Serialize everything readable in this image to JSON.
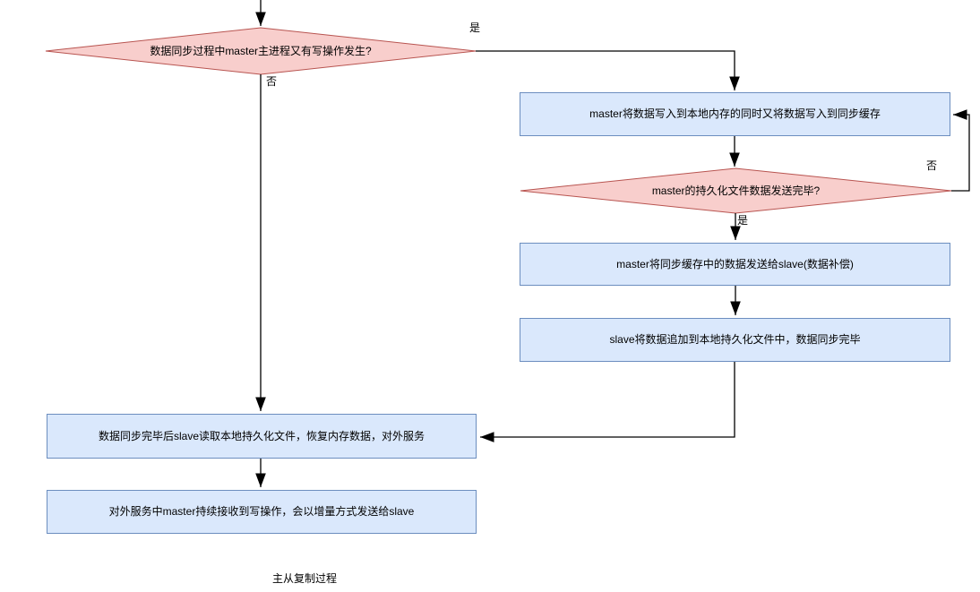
{
  "diagram": {
    "caption": "主从复制过程",
    "colors": {
      "decision_fill": "#f8cecc",
      "decision_stroke": "#b85450",
      "process_fill": "#dae8fc",
      "process_stroke": "#6c8ebf",
      "connector": "#000000",
      "text": "#000000",
      "background": "#ffffff"
    },
    "nodes": {
      "decision_master_write": {
        "type": "decision",
        "label": "数据同步过程中master主进程又有写操作发生?"
      },
      "process_write_buffer": {
        "type": "process",
        "label": "master将数据写入到本地内存的同时又将数据写入到同步缓存"
      },
      "decision_rdb_sent": {
        "type": "decision",
        "label": "master的持久化文件数据发送完毕?"
      },
      "process_send_buffer": {
        "type": "process",
        "label": "master将同步缓存中的数据发送给slave(数据补偿)"
      },
      "process_slave_append": {
        "type": "process",
        "label": "slave将数据追加到本地持久化文件中，数据同步完毕"
      },
      "process_slave_restore": {
        "type": "process",
        "label": "数据同步完毕后slave读取本地持久化文件，恢复内存数据，对外服务"
      },
      "process_incremental_sync": {
        "type": "process",
        "label": "对外服务中master持续接收到写操作，会以增量方式发送给slave"
      }
    },
    "edge_labels": {
      "yes_top_decision": "是",
      "no_top_decision": "否",
      "no_rdb_loop": "否",
      "yes_rdb_decision": "是"
    }
  }
}
